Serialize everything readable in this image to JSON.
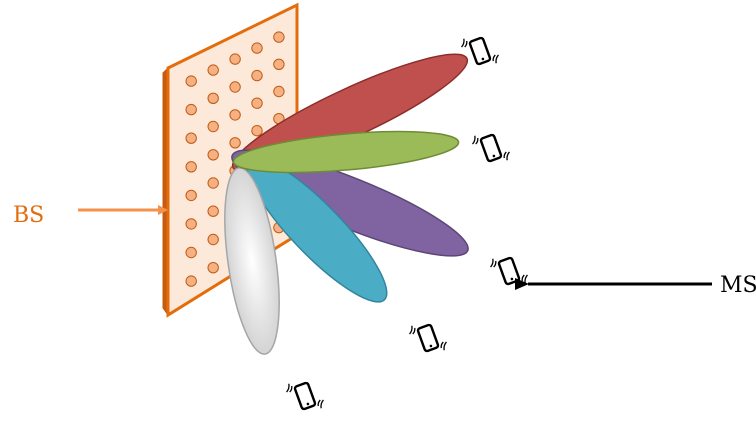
{
  "labels": {
    "bs": "BS",
    "ms": "MS"
  },
  "colors": {
    "panel_fill": "#FCE9D9",
    "panel_border": "#E46C0A",
    "panel_edge": "#C55A11",
    "dot_fill": "#F4B183",
    "dot_stroke": "#C55A11",
    "bs_arrow": "#F4914A",
    "bs_text": "#E46C0A",
    "ms_arrow": "#000000",
    "ms_text": "#000000",
    "beam_red": "#C0504D",
    "beam_green": "#9BBB59",
    "beam_purple": "#8064A2",
    "beam_blue": "#4BACC6",
    "beam_white": "#E6E6E6"
  },
  "devices": [
    {
      "name": "phone-icon-1",
      "icon": "mobile-phone-icon"
    },
    {
      "name": "phone-icon-2",
      "icon": "mobile-phone-icon"
    },
    {
      "name": "phone-icon-3",
      "icon": "mobile-phone-icon"
    },
    {
      "name": "phone-icon-4",
      "icon": "mobile-phone-icon"
    },
    {
      "name": "phone-icon-5",
      "icon": "mobile-phone-icon"
    }
  ]
}
